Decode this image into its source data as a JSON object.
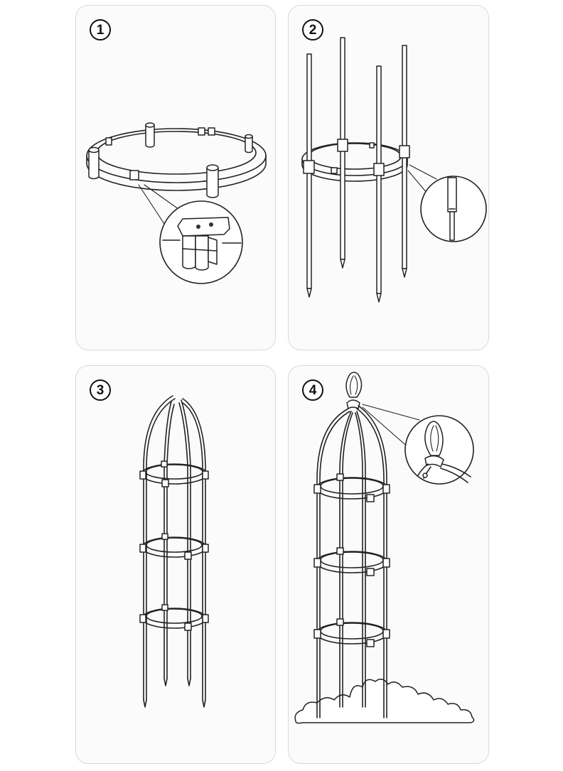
{
  "steps": [
    {
      "number": "1",
      "illustration": "ring-with-connectors-and-detail-zoom"
    },
    {
      "number": "2",
      "illustration": "stakes-inserted-into-ring-with-joint-zoom"
    },
    {
      "number": "3",
      "illustration": "assembled-frame-three-rings"
    },
    {
      "number": "4",
      "illustration": "finial-capped-obelisk-in-soil-with-top-zoom"
    }
  ],
  "colors": {
    "line": "#222222",
    "panel_border": "#d9d9d9",
    "panel_background": "#fbfbfb"
  }
}
